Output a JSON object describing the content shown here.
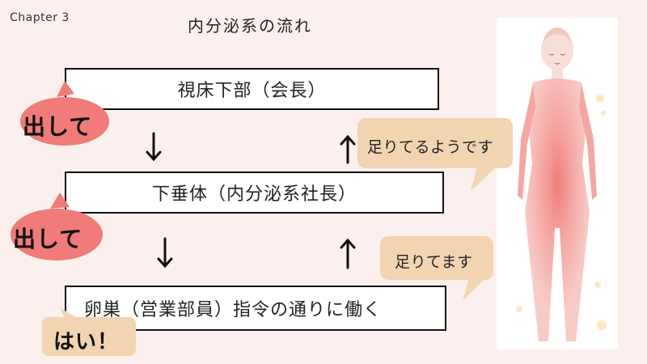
{
  "header": {
    "chapter": "Chapter 3",
    "title": "内分泌系の流れ"
  },
  "flow": {
    "boxes": [
      {
        "label": "視床下部（会長）"
      },
      {
        "label": "下垂体（内分泌系社長）"
      },
      {
        "label": "卵巣（営業部員）指令の通りに働く"
      }
    ]
  },
  "bubbles": {
    "command_1": "出して",
    "command_2": "出して",
    "feedback_1": "足りてるようです",
    "feedback_2": "足りてます",
    "reply": "はい！"
  },
  "colors": {
    "background": "#fcf0ee",
    "command_bubble": "#f07b78",
    "feedback_bubble": "#f2d4b0",
    "figure_skin": "#f4a7a1"
  }
}
